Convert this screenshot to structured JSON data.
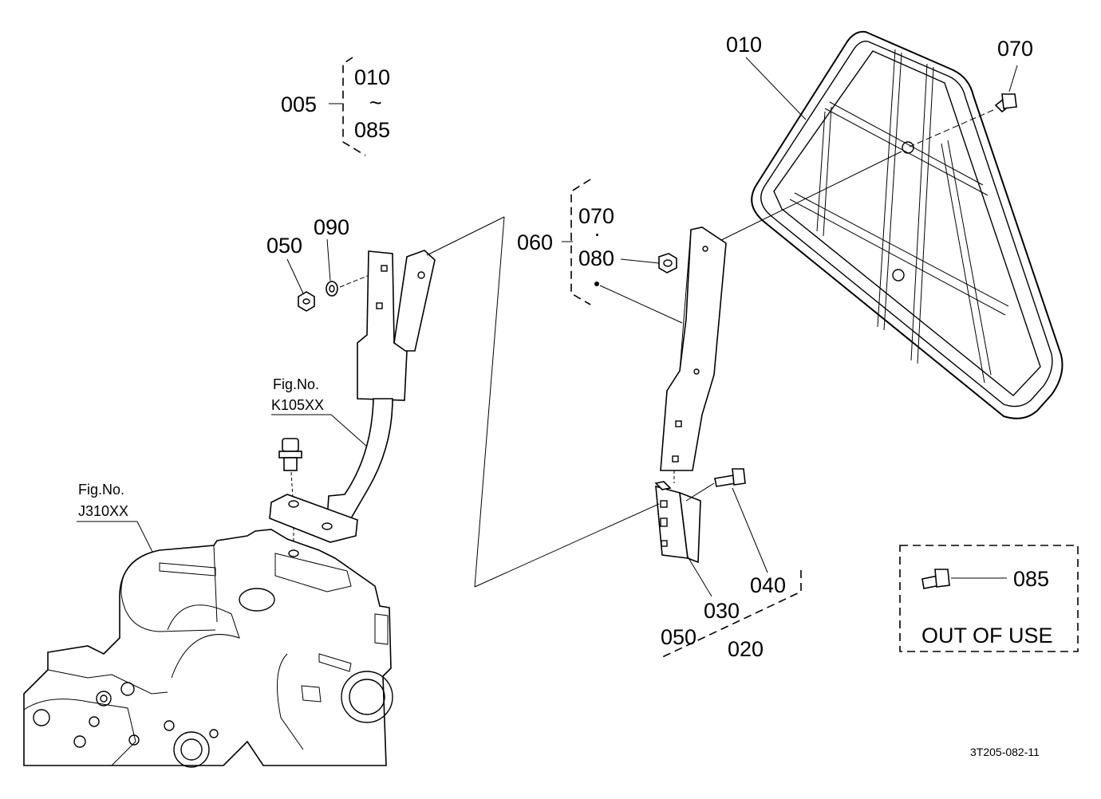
{
  "callouts": {
    "c005": "005",
    "c005_from": "010",
    "c005_tilde": "~",
    "c005_to": "085",
    "c010": "010",
    "c070_top": "070",
    "c060": "060",
    "c060_a": "070",
    "c060_dot": "·",
    "c060_b": "080",
    "c050_left": "050",
    "c090": "090",
    "c040": "040",
    "c030": "030",
    "c050_bottom": "050",
    "c020": "020",
    "c085_box": "085"
  },
  "references": {
    "k105_title": "Fig.No.",
    "k105_code": "K105XX",
    "j310_title": "Fig.No.",
    "j310_code": "J310XX"
  },
  "out_of_use": "OUT OF USE",
  "drawing_code": "3T205-082-11"
}
